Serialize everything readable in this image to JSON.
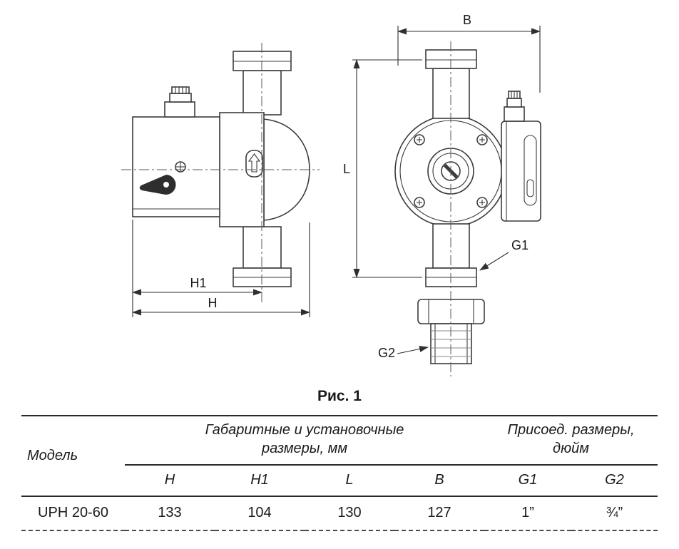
{
  "figure": {
    "caption": "Рис. 1",
    "dim_labels": {
      "b": "B",
      "l": "L",
      "g1": "G1",
      "g2": "G2",
      "h1": "H1",
      "h": "H"
    }
  },
  "table": {
    "model_header": "Модель",
    "group_dimensions": "Габаритные и установочные размеры, мм",
    "group_connection": "Присоед. размеры, дюйм",
    "columns": [
      "H",
      "H1",
      "L",
      "B",
      "G1",
      "G2"
    ],
    "rows": [
      {
        "model": "UPH 20-60",
        "values": [
          "133",
          "104",
          "130",
          "127",
          "1”",
          "¾”"
        ]
      }
    ]
  }
}
